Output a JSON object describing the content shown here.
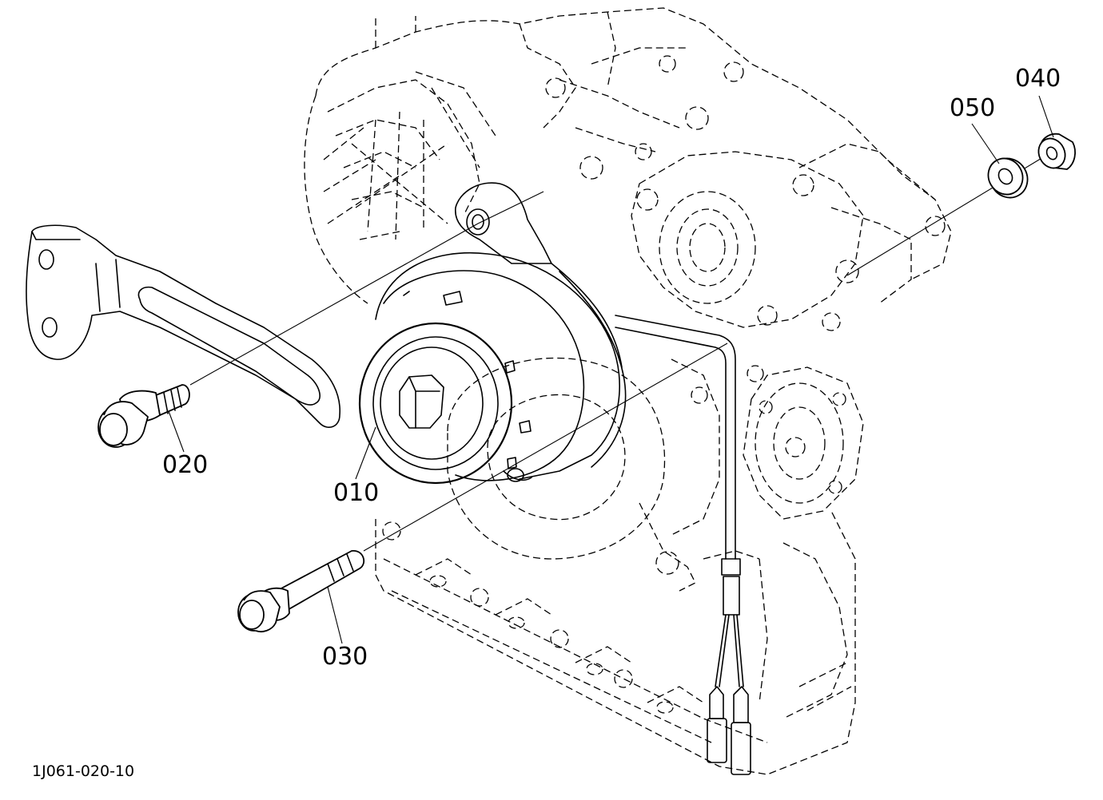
{
  "diagram": {
    "callouts": {
      "alternator": "010",
      "bolt_upper": "020",
      "bolt_lower": "030",
      "nut": "040",
      "washer": "050"
    },
    "figure_code": "1J061-020-10"
  }
}
